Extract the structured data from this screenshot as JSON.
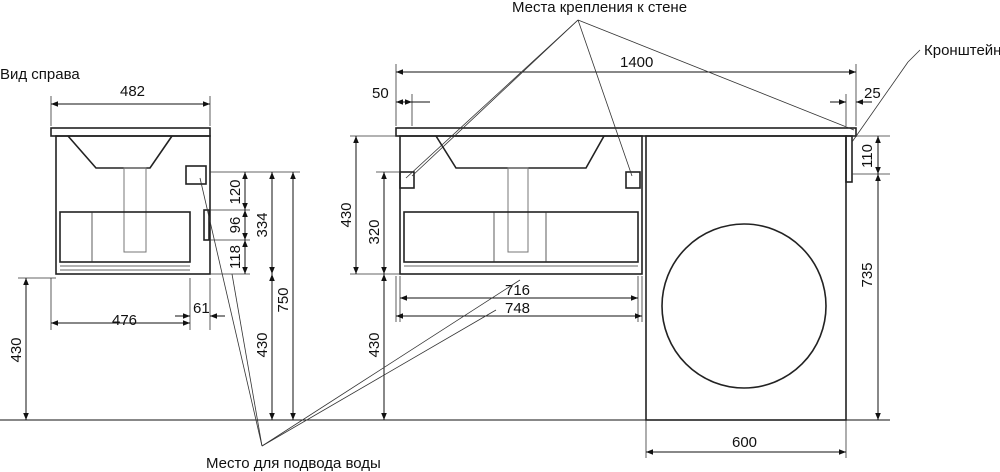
{
  "labels": {
    "side_view": "Вид справа",
    "wall_mounts": "Места крепления к стене",
    "bracket": "Кронштейн",
    "water_supply": "Место для подвода воды"
  },
  "side": {
    "width_top": "482",
    "depth_bottom": "476",
    "offset": "61",
    "h120": "120",
    "h96": "96",
    "h118": "118",
    "h334": "334",
    "h750": "750",
    "h430_inner": "430",
    "h430_floor": "430"
  },
  "front": {
    "total_width": "1400",
    "left_offset": "50",
    "right_offset": "25",
    "h430": "430",
    "h320": "320",
    "h430_floor": "430",
    "w716": "716",
    "w748": "748",
    "h110": "110",
    "h735": "735",
    "w600": "600"
  }
}
